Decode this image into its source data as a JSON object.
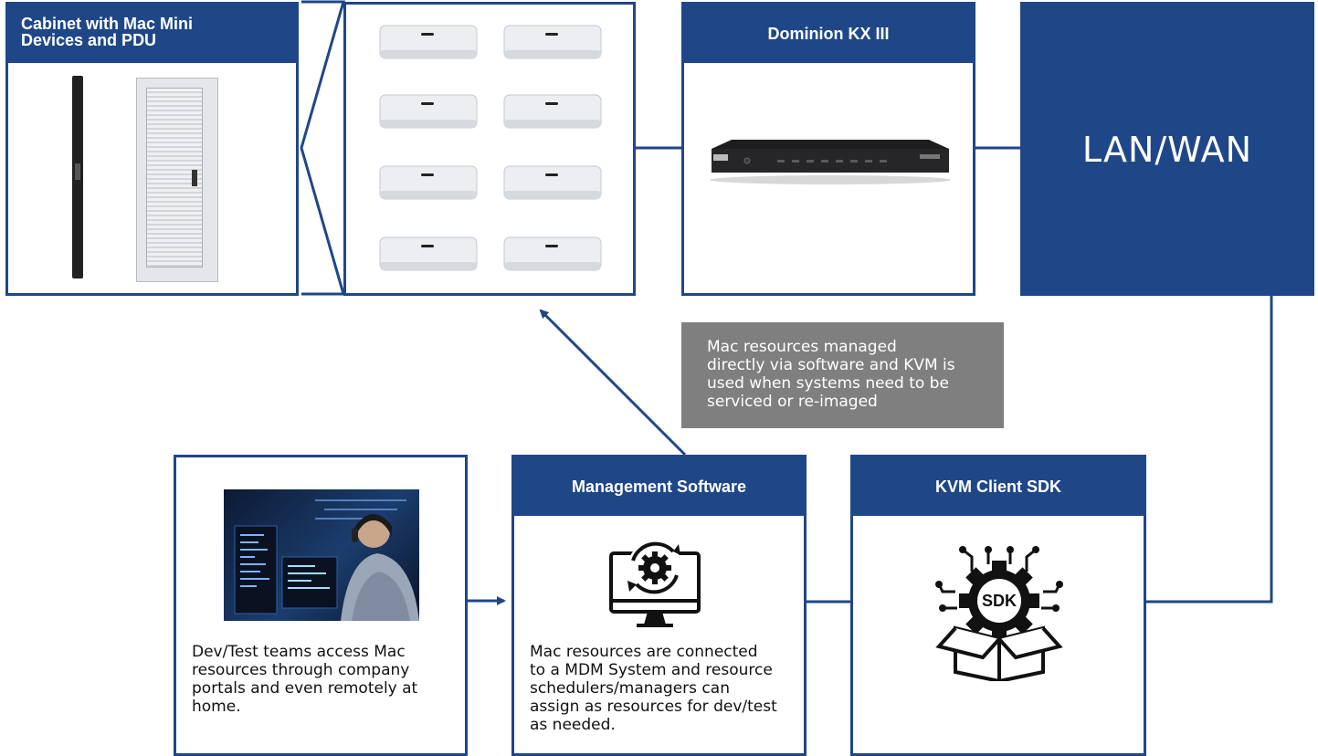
{
  "cabinet": {
    "title": "Cabinet with Mac Mini\nDevices and PDU"
  },
  "dominion": {
    "title": "Dominion KX III"
  },
  "lan": {
    "label": "LAN/WAN"
  },
  "note": {
    "text": "Mac resources managed\ndirectly via software and KVM is\nused when systems need to be\nserviced or re-imaged"
  },
  "devtest": {
    "text": "Dev/Test teams access Mac\nresources through company\nportals and even remotely at\nhome."
  },
  "management": {
    "title": "Management Software",
    "text": "Mac resources are connected\nto a MDM System and resource\nschedulers/managers can\nassign as resources for dev/test\nas needed."
  },
  "sdk": {
    "title": "KVM Client SDK",
    "icon_label": "SDK"
  },
  "colors": {
    "brand_blue": "#1f4788",
    "note_gray": "#7f7f7f"
  }
}
